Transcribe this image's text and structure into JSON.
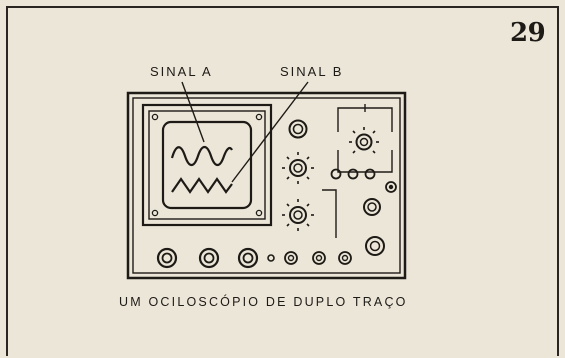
{
  "page_number": "29",
  "labels": {
    "signal_a": "SINAL A",
    "signal_b": "SINAL B"
  },
  "caption": "UM OCILOSCÓPIO DE DUPLO TRAÇO"
}
